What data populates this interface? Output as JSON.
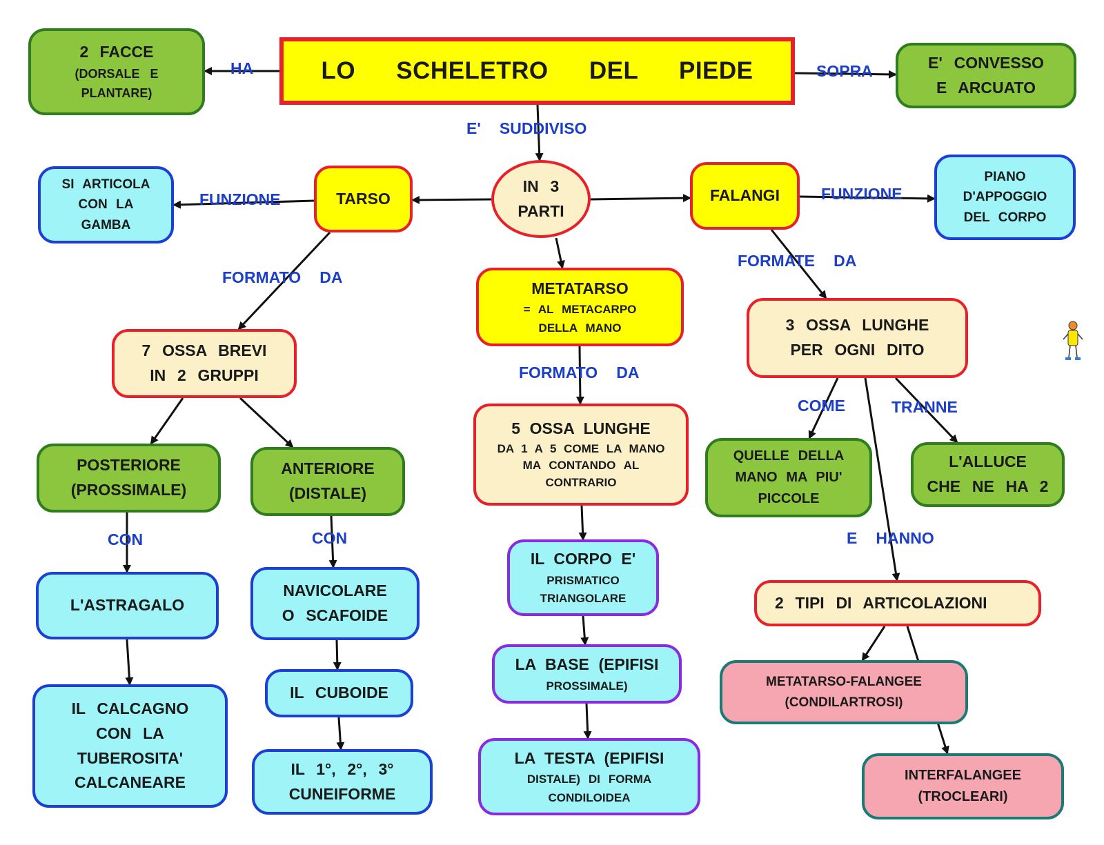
{
  "title": "LO SCHELETRO DEL PIEDE",
  "nodes": {
    "facce": [
      "2 FACCE",
      "(DORSALE E",
      "PLANTARE)"
    ],
    "convesso": [
      "E' CONVESSO",
      "E ARCUATO"
    ],
    "parti": [
      "IN 3",
      "PARTI"
    ],
    "tarso": [
      "TARSO"
    ],
    "falangi": [
      "FALANGI"
    ],
    "articola": [
      "SI ARTICOLA",
      "CON LA",
      "GAMBA"
    ],
    "piano": [
      "PIANO",
      "D'APPOGGIO",
      "DEL CORPO"
    ],
    "metatarso": [
      "METATARSO",
      "= AL METACARPO",
      "DELLA MANO"
    ],
    "ossa_brevi": [
      "7 OSSA BREVI",
      "IN 2 GRUPPI"
    ],
    "ossa_lunghe_dito": [
      "3 OSSA LUNGHE",
      "PER OGNI DITO"
    ],
    "posteriore": [
      "POSTERIORE",
      "(PROSSIMALE)"
    ],
    "anteriore": [
      "ANTERIORE",
      "(DISTALE)"
    ],
    "cinque_ossa": [
      "5 OSSA LUNGHE",
      "DA 1 A 5 COME LA MANO",
      "MA CONTANDO AL",
      "CONTRARIO"
    ],
    "quelle": [
      "QUELLE DELLA",
      "MANO MA PIU'",
      "PICCOLE"
    ],
    "alluce": [
      "L'ALLUCE",
      "CHE NE HA 2"
    ],
    "astragalo": [
      "L'ASTRAGALO"
    ],
    "navicolare": [
      "NAVICOLARE",
      "O SCAFOIDE"
    ],
    "corpo": [
      "IL CORPO E'",
      "PRISMATICO",
      "TRIANGOLARE"
    ],
    "tipi": [
      "2 TIPI DI ARTICOLAZIONI"
    ],
    "cuboide": [
      "IL CUBOIDE"
    ],
    "base": [
      "LA BASE (EPIFISI",
      "PROSSIMALE)"
    ],
    "calcagno": [
      "IL CALCAGNO",
      "CON LA",
      "TUBEROSITA'",
      "CALCANEARE"
    ],
    "cuneiforme": [
      "IL 1°, 2°, 3°",
      "CUNEIFORME"
    ],
    "testa": [
      "LA TESTA (EPIFISI",
      "DISTALE) DI FORMA",
      "CONDILOIDEA"
    ],
    "metatarso_falangee": [
      "METATARSO-FALANGEE",
      "(CONDILARTROSI)"
    ],
    "interfalangee": [
      "INTERFALANGEE",
      "(TROCLEARI)"
    ]
  },
  "labels": {
    "ha": "HA",
    "sopra": "SOPRA",
    "suddiviso": "E' SUDDIVISO",
    "funzione_left": "FUNZIONE",
    "funzione_right": "FUNZIONE",
    "formato_da_left": "FORMATO DA",
    "formate_da": "FORMATE DA",
    "formato_da_center": "FORMATO DA",
    "come": "COME",
    "tranne": "TRANNE",
    "con_left": "CON",
    "con_right": "CON",
    "e_hanno": "E HANNO"
  },
  "colors": {
    "green": "#8cc63f",
    "green_border": "#2f7d1e",
    "yellow": "#ffff00",
    "red_border": "#e8202a",
    "cream": "#fbf0c8",
    "cyan": "#9ef4f6",
    "blue_border": "#1c3fd6",
    "purple_border": "#8a2be2",
    "pink": "#f5a6b1",
    "teal_border": "#1b7a76",
    "label_blue": "#1c3fc8"
  }
}
